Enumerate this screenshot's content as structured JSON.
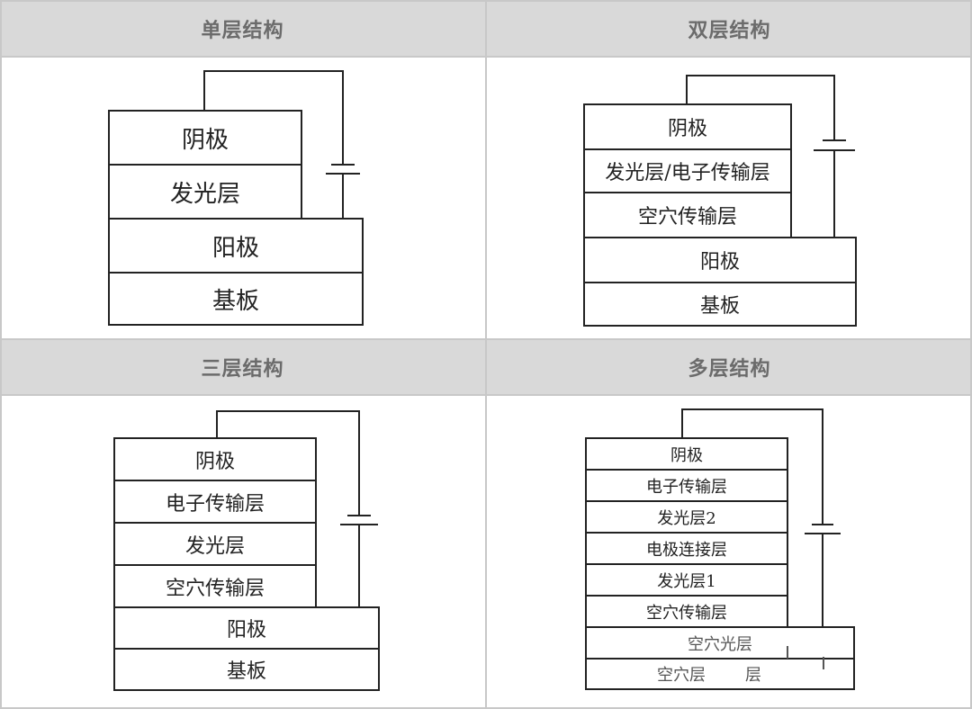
{
  "panels": [
    {
      "header": "单层结构",
      "layers": [
        "阴极",
        "发光层",
        "阳极",
        "基板"
      ]
    },
    {
      "header": "双层结构",
      "layers": [
        "阴极",
        "发光层/电子传输层",
        "空穴传输层",
        "阳极",
        "基板"
      ]
    },
    {
      "header": "三层结构",
      "layers": [
        "阴极",
        "电子传输层",
        "发光层",
        "空穴传输层",
        "阳极",
        "基板"
      ]
    },
    {
      "header": "多层结构",
      "layers": [
        "阴极",
        "电子传输层",
        "发光层2",
        "电极连接层",
        "发光层1",
        "空穴传输层",
        "空穴光层",
        "空穴层",
        "层"
      ]
    }
  ]
}
